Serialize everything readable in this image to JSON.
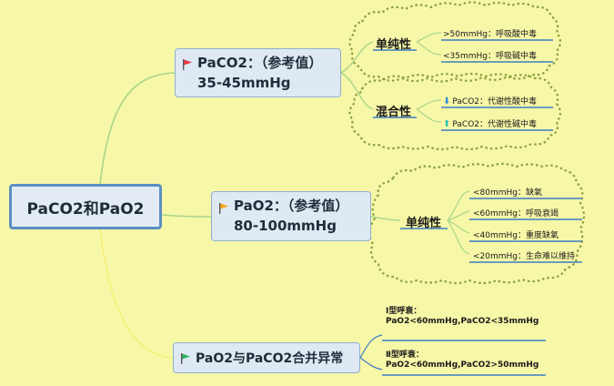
{
  "root": {
    "label": "PaCO2和PaO2"
  },
  "paco2": {
    "line1": "PaCO2：（参考值）",
    "line2": "35-45mmHg",
    "groups": [
      {
        "label": "单纯性",
        "items": [
          ">50mmHg：呼吸酸中毒",
          "<35mmHg：呼吸碱中毒"
        ]
      },
      {
        "label": "混合性",
        "items": [
          "PaCO2：代谢性酸中毒",
          "PaCO2：代谢性碱中毒"
        ]
      }
    ]
  },
  "pao2": {
    "line1": "PaO2：（参考值）",
    "line2": "80-100mmHg",
    "group": {
      "label": "单纯性",
      "items": [
        "<80mmHg：缺氧",
        "<60mmHg：呼吸衰竭",
        "<40mmHg：重度缺氧",
        "<20mmHg：生命难以维持"
      ]
    }
  },
  "combined": {
    "label": "PaO2与PaCO2合并异常",
    "notes": [
      {
        "title": "Ⅰ型呼衰：",
        "detail": "PaO2<60mmHg,PaCO2<35mmHg"
      },
      {
        "title": "Ⅱ型呼衰：",
        "detail": "PaO2<60mmHg,PaCO2>50mmHg"
      }
    ]
  },
  "colors": {
    "background": "#f7f7a8",
    "node_fill": "#dfe9f3",
    "root_border": "#5b8fc2",
    "connector": "#a8d58a",
    "flag_red": "#e8383d",
    "flag_orange": "#f4a81b",
    "flag_green": "#2db35d",
    "arrow_down": "#2a8fd6",
    "arrow_up": "#27c0b0",
    "cloud_border": "#8aa23c",
    "underline_blue": "#3c7fc2"
  }
}
